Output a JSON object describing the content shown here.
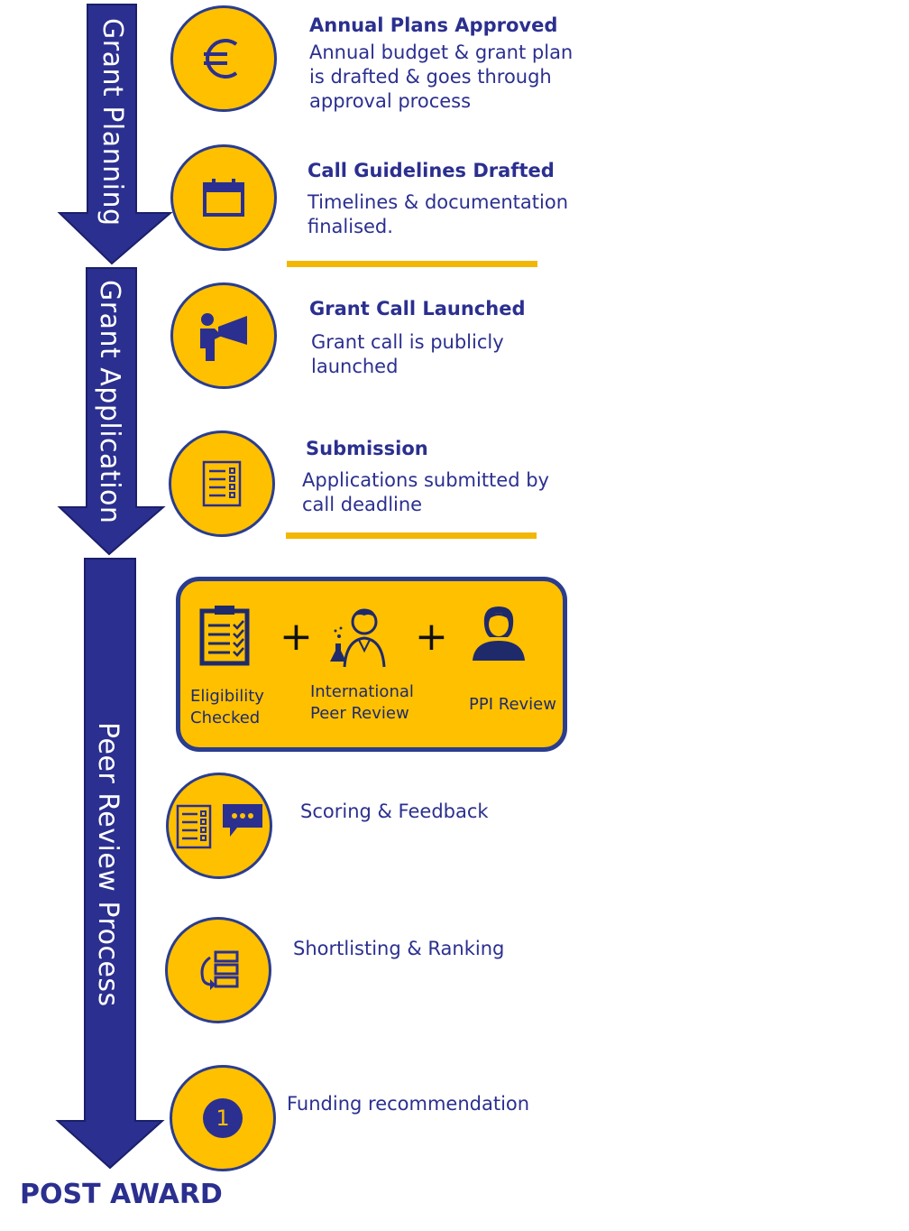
{
  "phases": [
    {
      "label": "Grant Planning"
    },
    {
      "label": "Grant Application"
    },
    {
      "label": "Peer Review Process"
    }
  ],
  "steps": {
    "annual_plans": {
      "title": "Annual Plans Approved",
      "desc": "Annual budget & grant plan is drafted & goes through approval process",
      "icon": "euro-icon"
    },
    "call_guidelines": {
      "title": "Call Guidelines Drafted",
      "desc": "Timelines & documentation finalised.",
      "icon": "calendar-icon"
    },
    "call_launched": {
      "title": "Grant Call Launched",
      "desc": "Grant call is publicly launched",
      "icon": "megaphone-icon"
    },
    "submission": {
      "title": "Submission",
      "desc": "Applications submitted by call deadline",
      "icon": "checklist-icon"
    },
    "scoring": {
      "label": "Scoring & Feedback",
      "icon": "checklist-comment-icon"
    },
    "shortlisting": {
      "label": "Shortlisting & Ranking",
      "icon": "sort-list-icon"
    },
    "funding": {
      "label": "Funding recommendation",
      "icon": "number-one-icon",
      "badge": "1"
    }
  },
  "review_box": {
    "eligibility": {
      "label": "Eligibility Checked",
      "icon": "clipboard-checklist-icon"
    },
    "plus1": "+",
    "peer_review": {
      "label": "International Peer Review",
      "icon": "scientist-icon"
    },
    "plus2": "+",
    "ppi": {
      "label": "PPI Review",
      "icon": "person-icon"
    }
  },
  "footer": {
    "post_award": "POST AWARD"
  },
  "colors": {
    "navy": "#2b2f8f",
    "gold": "#ffc000",
    "divider": "#f2b705"
  }
}
